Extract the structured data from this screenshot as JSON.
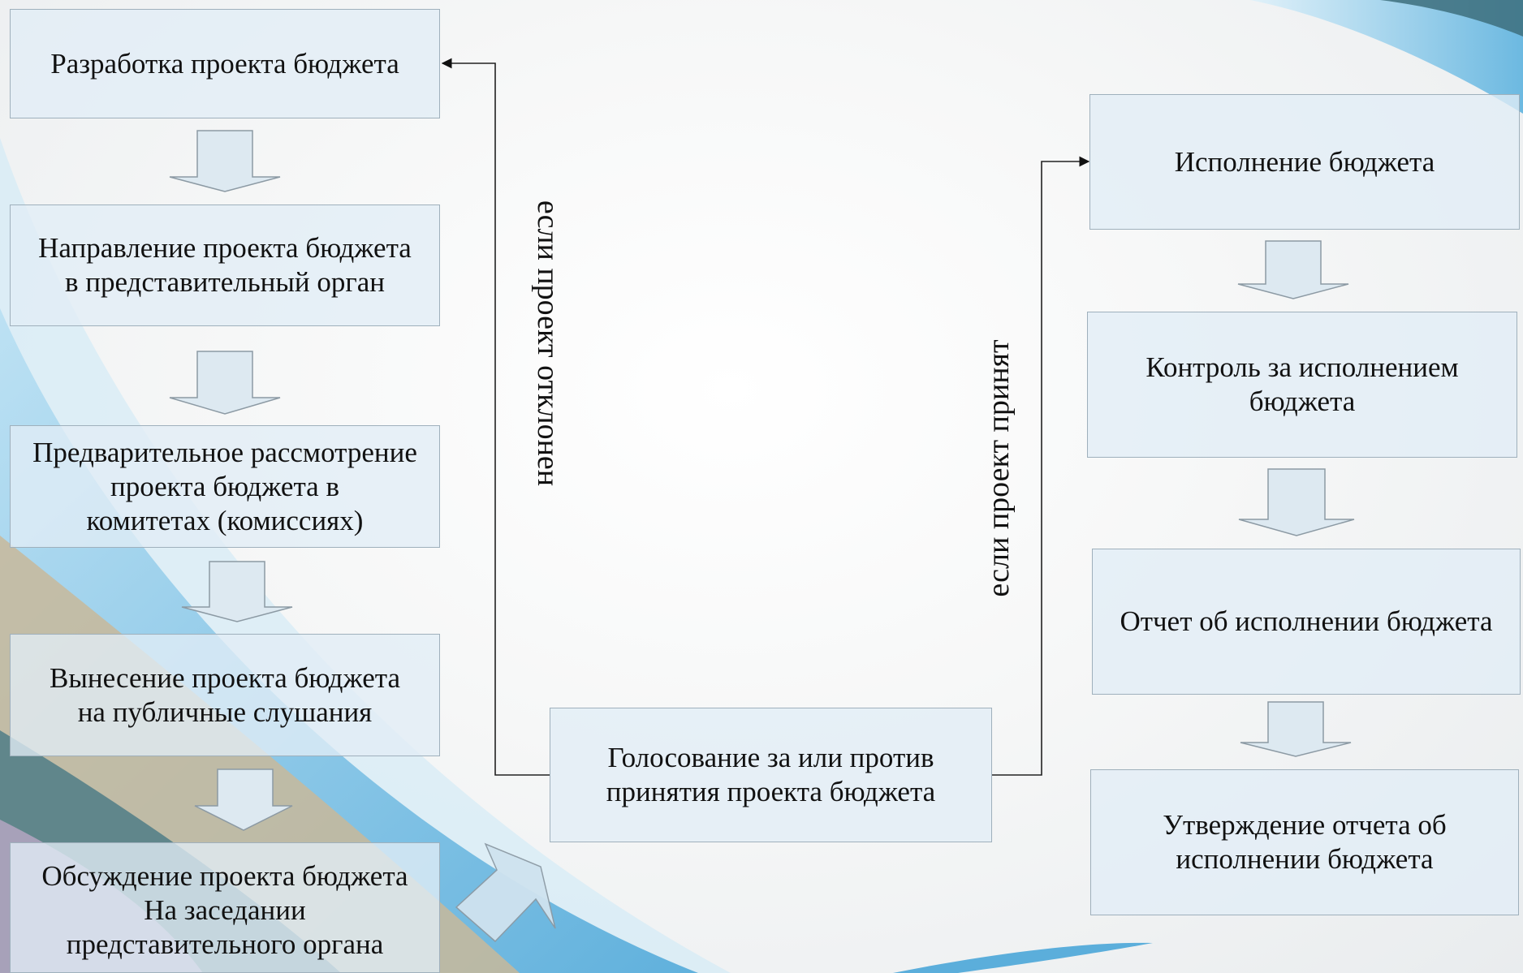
{
  "left_column": [
    {
      "text": "Разработка проекта бюджета"
    },
    {
      "text": "Направление проекта бюджета\nв представительный орган"
    },
    {
      "text": "Предварительное рассмотрение\nпроекта бюджета в\nкомитетах (комиссиях)"
    },
    {
      "text": "Вынесение проекта бюджета\nна публичные слушания"
    },
    {
      "text": "Обсуждение проекта бюджета\nНа заседании\nпредставительного органа"
    }
  ],
  "center": {
    "text": "Голосование за или против\nпринятия проекта бюджета"
  },
  "right_column": [
    {
      "text": "Исполнение бюджета"
    },
    {
      "text": "Контроль за исполнением\nбюджета"
    },
    {
      "text": "Отчет об исполнении бюджета"
    },
    {
      "text": "Утверждение отчета об\nисполнении бюджета"
    }
  ],
  "labels": {
    "rejected": "если проект отклонен",
    "accepted": "если проект принят"
  },
  "colors": {
    "box_fill": "#e1edf6",
    "box_border": "#9fb0bc",
    "block_arrow_fill": "#dde9f1",
    "block_arrow_stroke": "#8c9aa4",
    "connector": "#222222",
    "wave_blue": "#5fb3de",
    "wave_tan": "#c8b89a"
  }
}
